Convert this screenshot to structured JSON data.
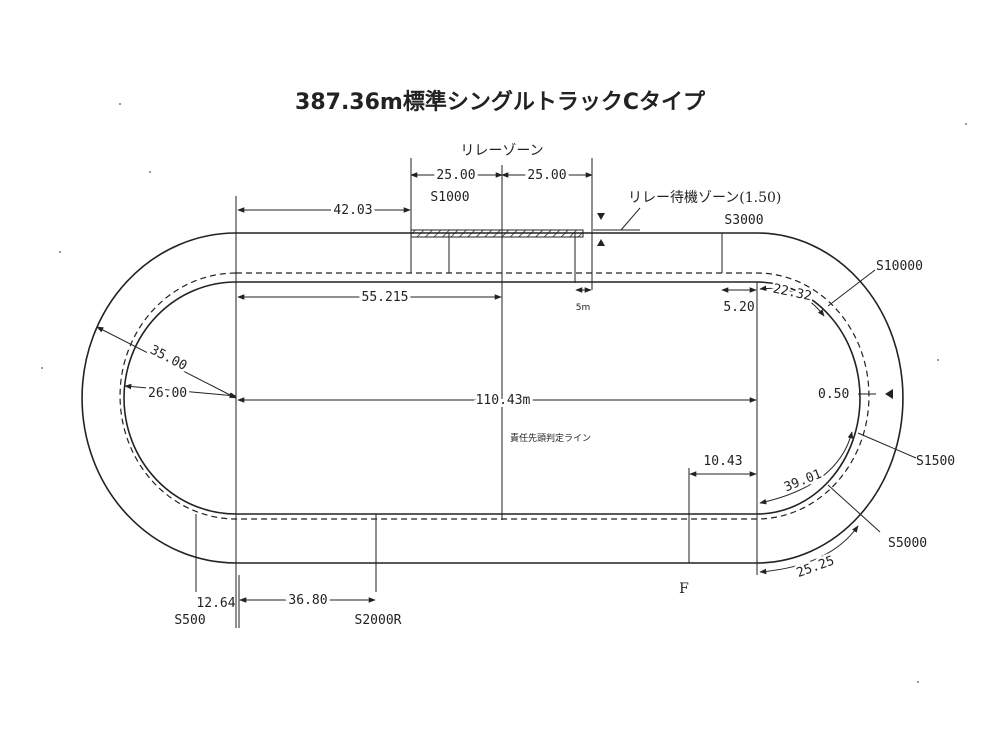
{
  "title": "387.36m標準シングルトラックCタイプ",
  "relay": {
    "zone_label": "リレーゾーン",
    "half_left": "25.00",
    "half_right": "25.00",
    "waiting_zone_label": "リレー待機ゾーン(1.50)",
    "five_m": "5m"
  },
  "starts": {
    "s1000": "S1000",
    "s3000": "S3000",
    "s10000": "S10000",
    "s1500": "S1500",
    "s5000": "S5000",
    "s500": "S500",
    "s2000r": "S2000R",
    "finish": "F"
  },
  "dimensions": {
    "d42_03": "42.03",
    "d55_215": "55.215",
    "d5_20": "5.20",
    "d22_32": "22.32",
    "d35_00": "35.00",
    "d26_00": "26.00",
    "d110_43": "110.43m",
    "d0_50": "0.50",
    "d10_43": "10.43",
    "d39_01": "39.01",
    "d25_25": "25.25",
    "d12_64": "12.64",
    "d36_80": "36.80"
  },
  "note_center": "責任先頭判定ライン"
}
